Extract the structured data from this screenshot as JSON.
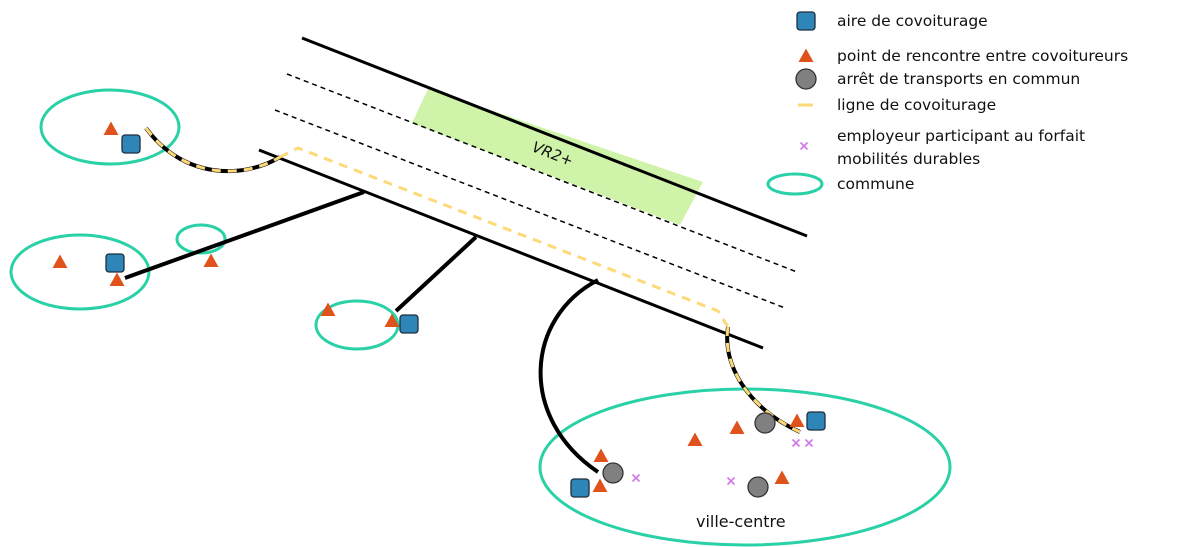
{
  "legend": {
    "aire": "aire de covoiturage",
    "point": "point de rencontre entre covoitureurs",
    "arret": "arrêt de transports en commun",
    "ligne": "ligne de covoiturage",
    "employeur_line1": "employeur participant au forfait",
    "employeur_line2": "mobilités durables",
    "commune": "commune"
  },
  "labels": {
    "lane": "VR2+",
    "town": "ville-centre"
  },
  "colors": {
    "aire": "#2e86b8",
    "point": "#e0521c",
    "arret": "#808080",
    "ligne": "#fdd978",
    "employeur": "#d177e8",
    "commune": "#2ad1a6",
    "lane": "#cff4a9",
    "road": "#000000"
  },
  "icons": {
    "aire": "blue-rounded-square",
    "point": "orange-triangle",
    "arret": "grey-circle",
    "ligne": "yellow-dash",
    "employeur": "pink-cross",
    "commune": "green-ellipse"
  }
}
